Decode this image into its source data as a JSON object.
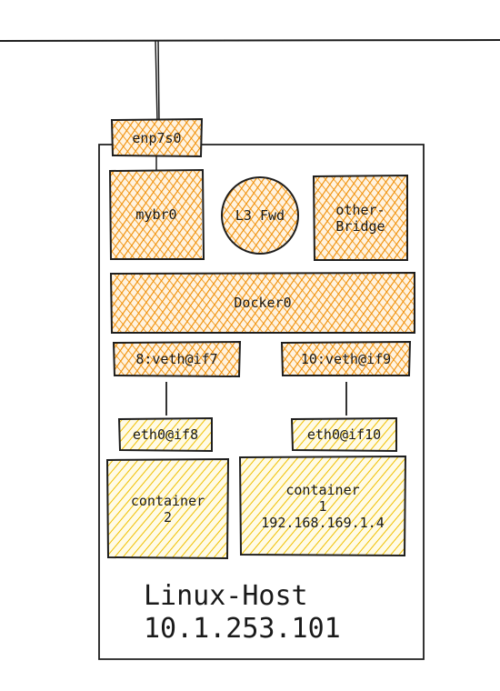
{
  "colors": {
    "orange": "#f08c00",
    "yellow": "#f0c000",
    "stroke": "#1e1e1e"
  },
  "nodes": {
    "enp7s0": "enp7s0",
    "mybr0": "mybr0",
    "l3fwd": "L3 Fwd",
    "other_bridge_l1": "other-",
    "other_bridge_l2": "Bridge",
    "docker0": "Docker0",
    "veth8": "8:veth@if7",
    "veth10": "10:veth@if9",
    "eth0_if8": "eth0@if8",
    "eth0_if10": "eth0@if10",
    "container2_l1": "container",
    "container2_l2": "2",
    "container1_l1": "container",
    "container1_l2": "1",
    "container1_l3": "192.168.169.1.4"
  },
  "host": {
    "name": "Linux-Host",
    "ip": "10.1.253.101"
  }
}
